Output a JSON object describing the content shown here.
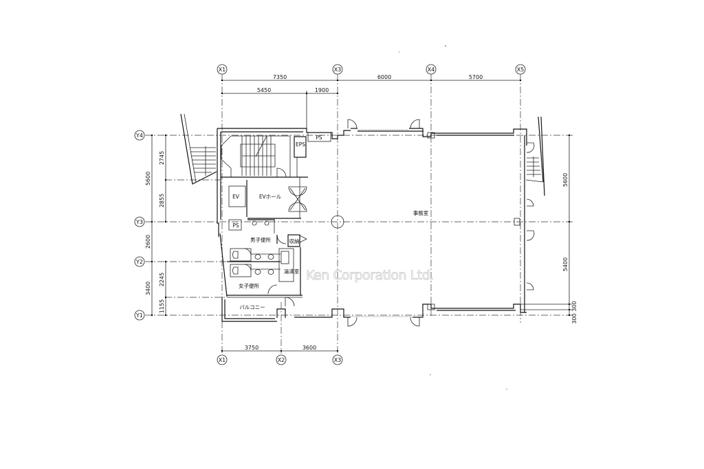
{
  "drawing": {
    "type": "floor-plan",
    "watermark": "Ken Corporation Ltd."
  },
  "grid_axes": {
    "x": [
      {
        "id": "X1",
        "label": "X1"
      },
      {
        "id": "X2",
        "label": "X2"
      },
      {
        "id": "X3",
        "label": "X3"
      },
      {
        "id": "X4",
        "label": "X4"
      },
      {
        "id": "X5",
        "label": "X5"
      }
    ],
    "y": [
      {
        "id": "Y1",
        "label": "Y1"
      },
      {
        "id": "Y2",
        "label": "Y2"
      },
      {
        "id": "Y3",
        "label": "Y3"
      },
      {
        "id": "Y4",
        "label": "Y4"
      }
    ]
  },
  "dimensions": {
    "top_overall": [
      {
        "span": "X1-X3",
        "value": "7350"
      },
      {
        "span": "X3-X4",
        "value": "6000"
      },
      {
        "span": "X4-X5",
        "value": "5700"
      }
    ],
    "top_sub": [
      {
        "span": "X1-mid",
        "value": "5450"
      },
      {
        "span": "mid-X3",
        "value": "1900"
      }
    ],
    "bottom": [
      {
        "span": "X1-X2",
        "value": "3750"
      },
      {
        "span": "X2-X3",
        "value": "3600"
      }
    ],
    "left_overall": [
      {
        "span": "Y4-Y3",
        "value": "5600"
      },
      {
        "span": "Y3-Y2",
        "value": "2600"
      },
      {
        "span": "Y2-Y1",
        "value": "3400"
      }
    ],
    "left_sub": [
      {
        "span": "Y4-stair",
        "value": "2745"
      },
      {
        "span": "stair-Y3",
        "value": "2855"
      },
      {
        "span": "Y2-balcony",
        "value": "2245"
      },
      {
        "span": "balcony-Y1",
        "value": "1155"
      }
    ],
    "right": [
      {
        "span": "Y4-Y3",
        "value": "5600"
      },
      {
        "span": "Y3-Y1",
        "value": "5400"
      },
      {
        "span": "offset-1",
        "value": "300"
      },
      {
        "span": "offset-2",
        "value": "300"
      }
    ]
  },
  "rooms": {
    "office": "事務室",
    "ev": "EV",
    "ev_hall": "EVホール",
    "eps": "EPS",
    "ps_top": "PS",
    "ps_core": "PS",
    "mens_toilet": "男子便所",
    "storage": "収納",
    "kitchenette": "湯沸室",
    "womens_toilet": "女子便所",
    "balcony": "バルコニー"
  }
}
